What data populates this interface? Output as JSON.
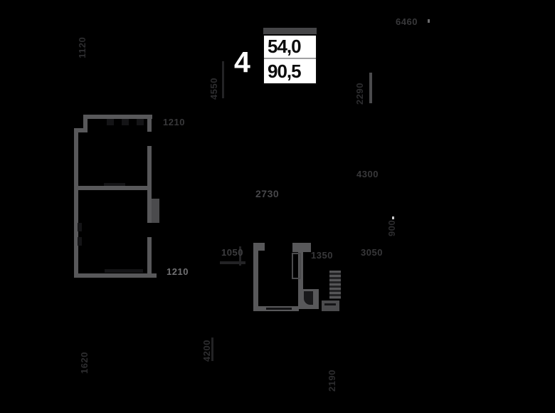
{
  "plan_badge": {
    "rooms": "4",
    "value_top": "54,0",
    "value_bottom": "90,5"
  },
  "dimensions": {
    "top_right": "6460",
    "top_left_vertical": "1120",
    "shaft_left_vertical": "4550",
    "shaft_right_vertical": "2290",
    "room_width_top": "1210",
    "hall_width": "2730",
    "right_span": "4300",
    "right_vertical": "900",
    "lower_right_a": "3050",
    "lower_right_b": "1350",
    "center_small": "1050",
    "room_width_bottom": "1210",
    "bottom_center_vertical": "4200",
    "bottom_left_vertical": "1620",
    "bottom_right_vertical": "2190"
  },
  "colors": {
    "background": "#000000",
    "wall": "#58585a",
    "badge_background": "#ffffff",
    "badge_band": "#454547",
    "badge_text": "#0c0c0c",
    "dim_faint": "#2d2d2f",
    "dim_bright": "#717173"
  }
}
